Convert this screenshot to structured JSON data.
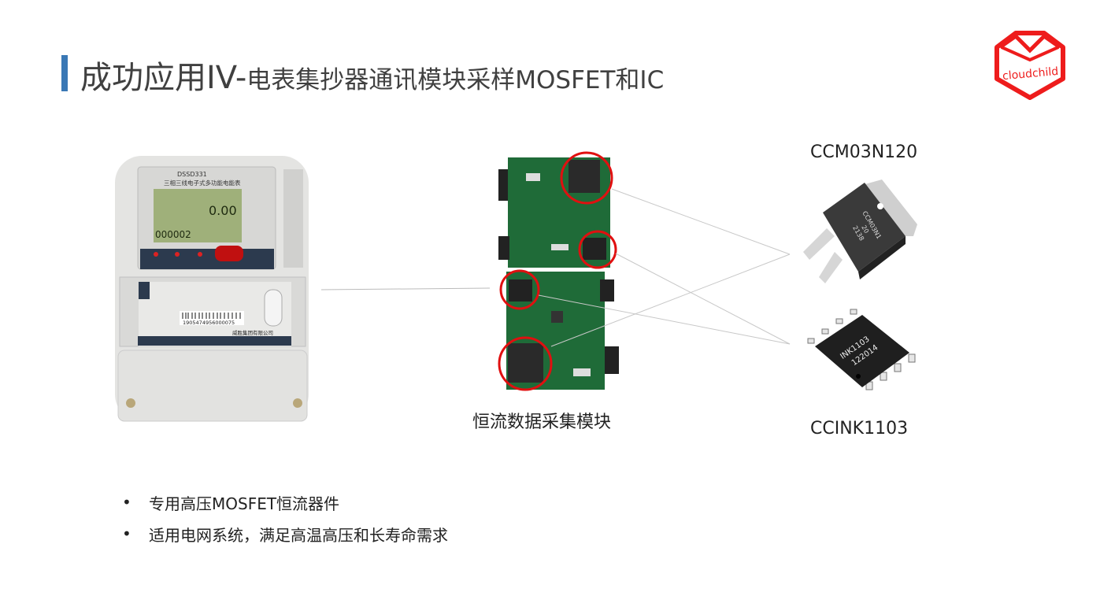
{
  "slide": {
    "title_main": "成功应用IV-",
    "title_rest": "电表集抄器通讯模块采样MOSFET和IC",
    "accent_color": "#3a78b5",
    "logo_text": "cloudchild",
    "logo_color": "#ee1c1c"
  },
  "meter": {
    "model": "DSSD331",
    "name": "三相三线电子式多功能电能表",
    "display_value": "0.00",
    "display_counter": "000002",
    "serial": "1905474956000075",
    "maker": "威胜集团有限公司"
  },
  "board": {
    "caption": "恒流数据采集模块",
    "highlight_color": "#e01010"
  },
  "chips": [
    {
      "label": "CCM03N120",
      "marking_1": "CCM03N1",
      "marking_2": "20",
      "marking_3": "2138"
    },
    {
      "label": "CCINK1103",
      "marking_1": "INK1103",
      "marking_2": "122014"
    }
  ],
  "bullets": [
    "专用高压MOSFET恒流器件",
    "适用电网系统，满足高温高压和长寿命需求"
  ]
}
